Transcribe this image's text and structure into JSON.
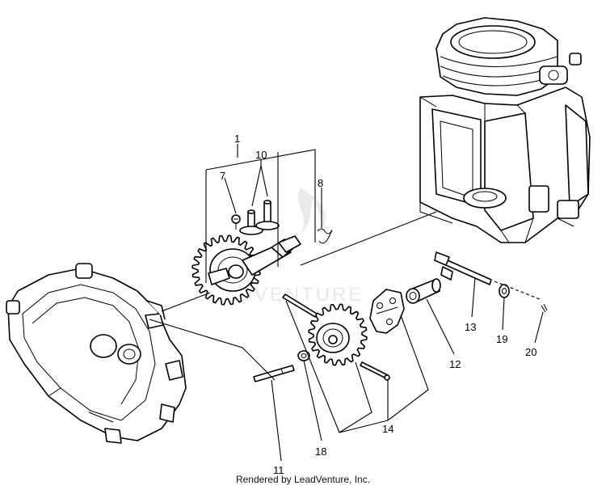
{
  "callouts": {
    "c1": "1",
    "c7": "7",
    "c8": "8",
    "c10": "10",
    "c11": "11",
    "c12": "12",
    "c13": "13",
    "c14": "14",
    "c18": "18",
    "c19": "19",
    "c20": "20"
  },
  "watermark": "LEADVENTURE",
  "footer": {
    "credit": "Rendered by LeadVenture, Inc."
  }
}
